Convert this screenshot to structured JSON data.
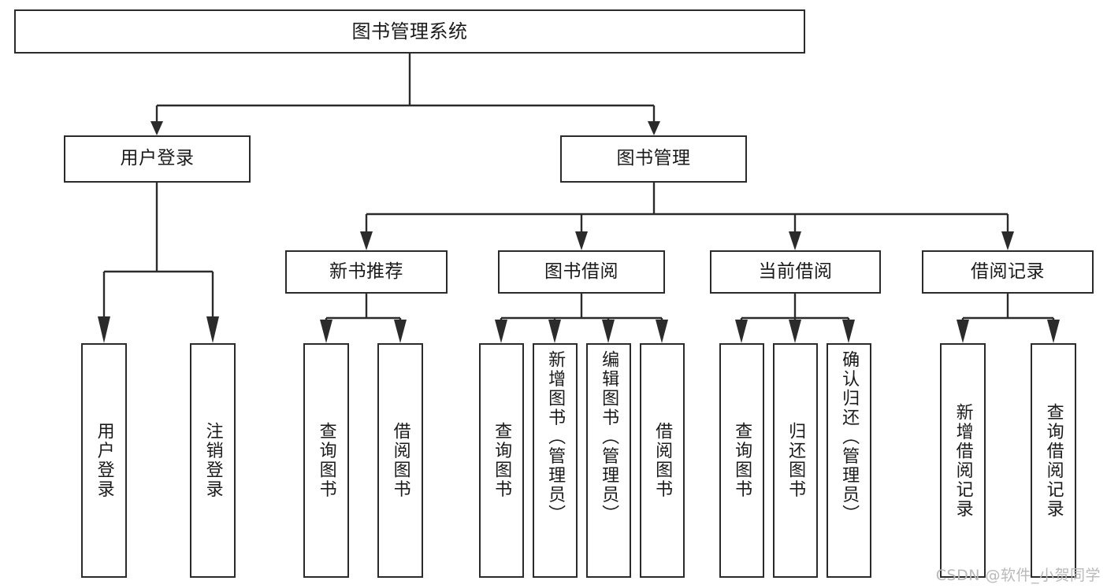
{
  "diagram": {
    "type": "tree-hierarchy",
    "title": "图书管理系统",
    "orientation": "top-down",
    "line_color": "#2b2b2b",
    "box_fill": "#ffffff",
    "text_color": "#1a1a1a"
  },
  "root": {
    "label": "图书管理系统"
  },
  "level2": [
    {
      "label": "用户登录"
    },
    {
      "label": "图书管理"
    }
  ],
  "level3": [
    {
      "label": "新书推荐"
    },
    {
      "label": "图书借阅"
    },
    {
      "label": "当前借阅"
    },
    {
      "label": "借阅记录"
    }
  ],
  "leaves": {
    "user_login": [
      {
        "label": "用户登录"
      },
      {
        "label": "注销登录"
      }
    ],
    "new_book_rec": [
      {
        "label": "查询图书"
      },
      {
        "label": "借阅图书"
      }
    ],
    "book_borrow": [
      {
        "label": "查询图书"
      },
      {
        "label": "新增图书（管理员）"
      },
      {
        "label": "编辑图书（管理员）"
      },
      {
        "label": "借阅图书"
      }
    ],
    "current_borrow": [
      {
        "label": "查询图书"
      },
      {
        "label": "归还图书"
      },
      {
        "label": "确认归还（管理员）"
      }
    ],
    "borrow_record": [
      {
        "label": "新增借阅记录"
      },
      {
        "label": "查询借阅记录"
      }
    ]
  },
  "watermark": {
    "text": "CSDN @软件_小贺同学"
  }
}
